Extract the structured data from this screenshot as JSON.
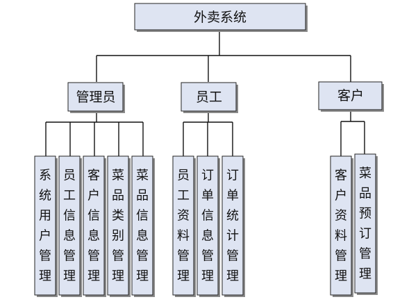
{
  "colors": {
    "box_fill": "#dee4f2",
    "box_border": "#222222",
    "line": "#111111",
    "shadow": "#8a8a8a"
  },
  "root": {
    "label": "外卖系统"
  },
  "roles": [
    {
      "label": "管理员",
      "modules": [
        "系统用户管理",
        "员工信息管理",
        "客户信息管理",
        "菜品类别管理",
        "菜品信息管理"
      ]
    },
    {
      "label": "员工",
      "modules": [
        "员工资料管理",
        "订单信息管理",
        "订单统计管理"
      ]
    },
    {
      "label": "客户",
      "modules": [
        "客户资料管理",
        "菜品预订管理"
      ]
    }
  ]
}
